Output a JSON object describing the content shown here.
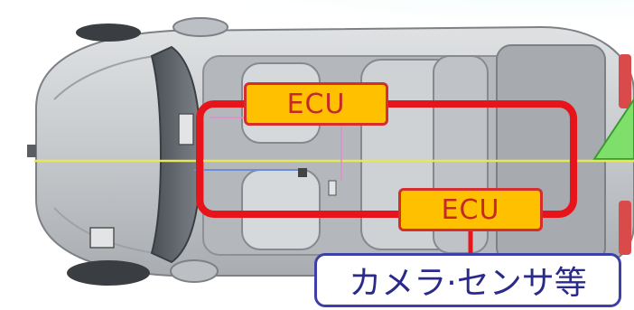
{
  "diagram": {
    "ecu_labels": [
      "ECU",
      "ECU"
    ],
    "sensor_label": "カメラ·センサ等",
    "colors": {
      "network_loop": "#e8141b",
      "ecu_fill": "#ffc000",
      "ecu_text": "#c62828",
      "sensor_border": "#3f3fa8",
      "sensor_text": "#2a2a8a",
      "centerline": "#e6e65a",
      "sensor_beam": "#7ee06a",
      "sky_glow": "#b8f0ec",
      "car_body": "#c8cbce"
    },
    "icons": [
      "car-top-view-icon",
      "sensor-beam-icon"
    ]
  }
}
